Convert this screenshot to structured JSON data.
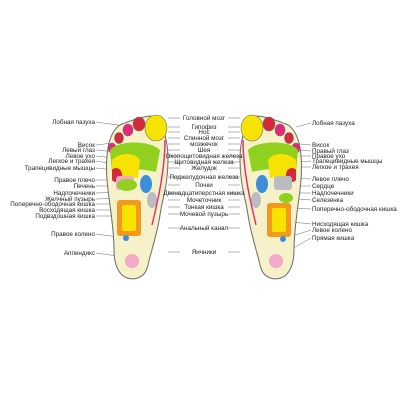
{
  "diagram": {
    "colors": {
      "sole": "#f6f1c9",
      "outline": "#6a6a6a",
      "red": "#d42a3b",
      "magenta": "#e5277b",
      "yellow": "#f6e400",
      "green": "#8fd11e",
      "orange": "#f39a1e",
      "blue": "#3b8fd8",
      "gray": "#b9bcc0",
      "pink": "#f3a9c8",
      "leader": "#444444"
    },
    "left_labels": [
      "Лобная пазуха",
      "Висок",
      "Левый глаз",
      "Левое ухо",
      "Легкое и трахея",
      "Трапецивидные мышцы",
      "Правое плечо",
      "Печень",
      "Надпочечники",
      "Желчный пузырь",
      "Поперечно-ободочная кишка",
      "Восходящая кишка",
      "Подвздошная кишка",
      "Правое колено",
      "Аппендикс"
    ],
    "center_labels": [
      "Головной мозг",
      "Гипофиз",
      "Нос",
      "Спинной мозг",
      "мозжечок",
      "Шея",
      "Околощитовидная железа",
      "Щитовидная железа",
      "Желудок",
      "Поджелудочная железа",
      "Почки",
      "Двенадцатиперстная кишка",
      "Мочеточник",
      "Тонкая кишка",
      "Мочевой пузырь",
      "Анальный канал",
      "Яичники"
    ],
    "right_labels": [
      "Лобная пазуха",
      "Висок",
      "Правый глаз",
      "Правое ухо",
      "Трапецивидные мышцы",
      "Легкое и трахея",
      "Левое плечо",
      "Сердце",
      "Надпочечники",
      "Селезенка",
      "Поперечно-ободочная кишка",
      "Нисходящая кишка",
      "Левое колено",
      "Прямая кишка"
    ]
  }
}
